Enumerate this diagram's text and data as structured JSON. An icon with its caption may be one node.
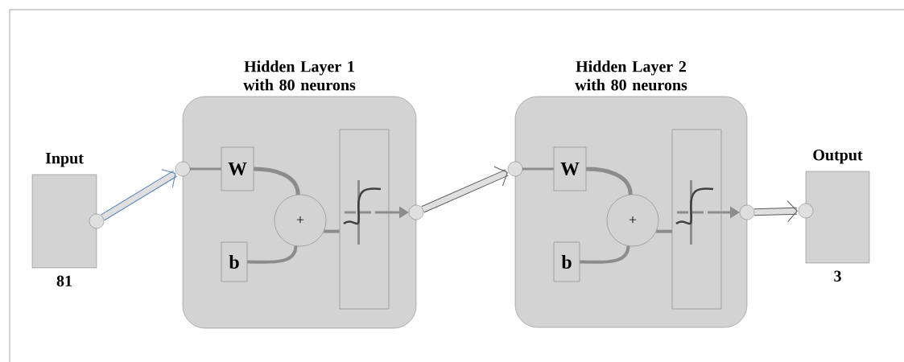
{
  "diagram": {
    "nodes": [
      {
        "text": [
          "Input"
        ],
        "beside": [
          "81"
        ]
      },
      {
        "text": [
          "Hidden Layer 1 with 80 neurons"
        ]
      },
      {
        "text": [
          "W"
        ],
        "in": 1
      },
      {
        "text": [
          "b"
        ],
        "in": 1
      },
      {
        "text": [
          "+"
        ],
        "in": 1
      },
      {
        "text": [],
        "shape": "box",
        "in": 1
      },
      {
        "text": [
          "Hidden Layer 2 with 80 neurons"
        ]
      },
      {
        "text": [
          "W"
        ],
        "in": 6
      },
      {
        "text": [
          "b"
        ],
        "in": 6
      },
      {
        "text": [
          "+"
        ],
        "in": 6
      },
      {
        "text": [],
        "shape": "box",
        "in": 6
      },
      {
        "text": [
          "Output"
        ],
        "beside": [
          "3"
        ]
      }
    ],
    "edges": [
      {
        "from": 0,
        "to": 1,
        "arrow": "to",
        "style": "thick",
        "color": "#4f81bd"
      },
      {
        "from": null,
        "to": 2,
        "arrow": "none"
      },
      {
        "from": 2,
        "to": 4,
        "arrow": "none"
      },
      {
        "from": 3,
        "to": 4,
        "arrow": "none"
      },
      {
        "from": 4,
        "to": 5,
        "arrow": "none"
      },
      {
        "from": 5,
        "to": null,
        "arrow": "to"
      },
      {
        "from": 1,
        "to": 6,
        "arrow": "to",
        "style": "thick"
      },
      {
        "from": null,
        "to": 7,
        "arrow": "none"
      },
      {
        "from": 7,
        "to": 9,
        "arrow": "none"
      },
      {
        "from": 8,
        "to": 9,
        "arrow": "none"
      },
      {
        "from": 9,
        "to": 10,
        "arrow": "none"
      },
      {
        "from": 10,
        "to": null,
        "arrow": "to"
      },
      {
        "from": 6,
        "to": 11,
        "arrow": "to",
        "style": "thick"
      }
    ]
  }
}
